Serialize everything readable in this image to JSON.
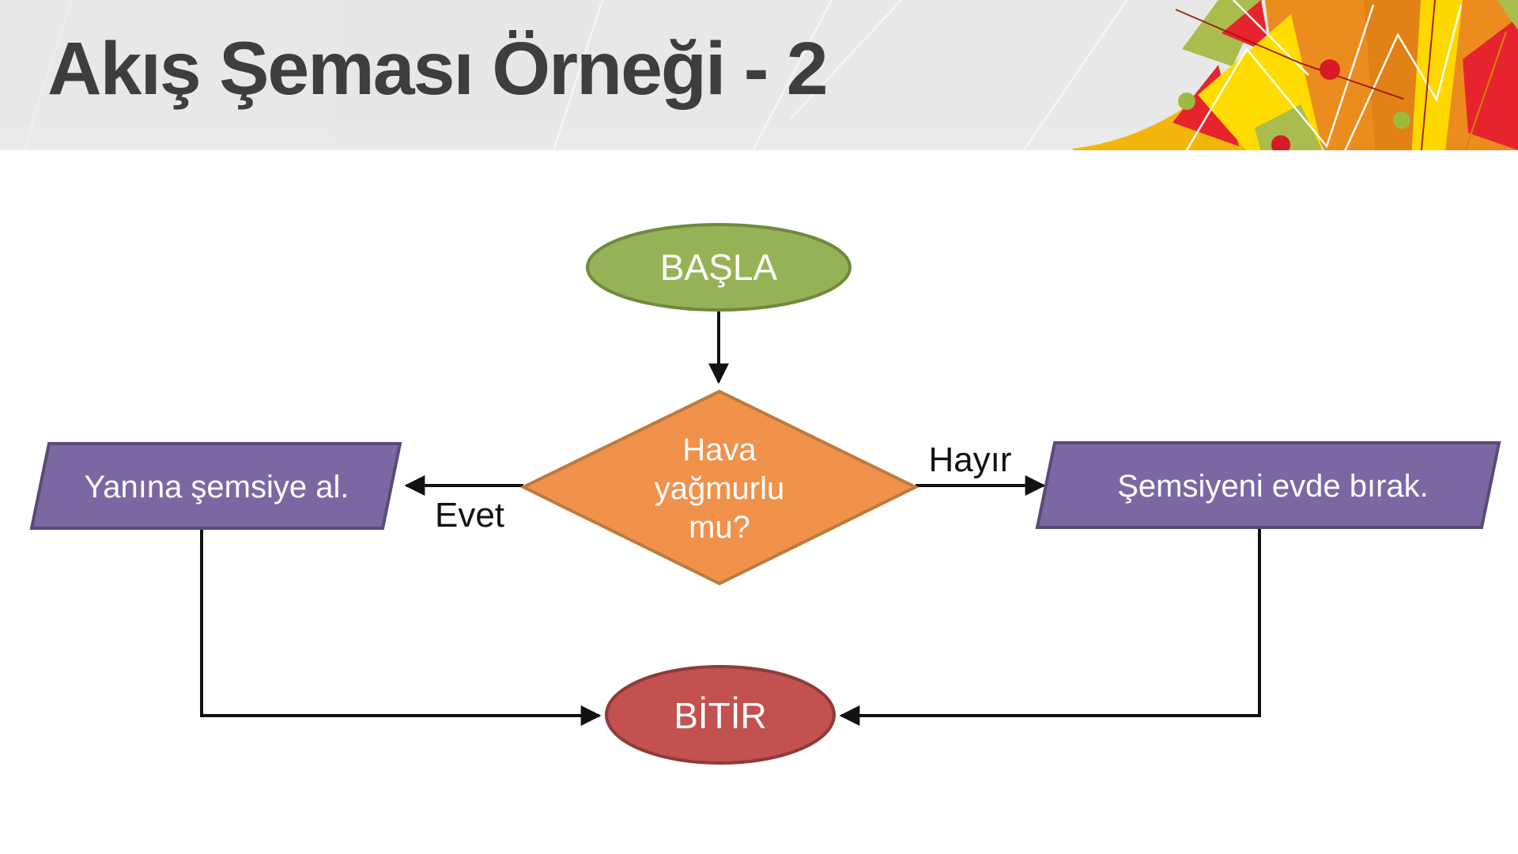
{
  "slide": {
    "title": "Akış Şeması Örneği - 2",
    "title_color": "#3E3E3E",
    "header_bg": "#E9E8E8",
    "body_bg": "#FFFFFF"
  },
  "flowchart": {
    "connector_color": "#121212",
    "node_text_color": "#FFFFFF",
    "edge_label_color": "#121212",
    "nodes": [
      {
        "id": "start",
        "type": "terminator",
        "label": "BAŞLA",
        "fill": "#95B356",
        "border": "#6F8A3E"
      },
      {
        "id": "decision",
        "type": "decision",
        "label": "Hava yağmurlu mu?",
        "label_lines": [
          "Hava",
          "yağmurlu",
          "mu?"
        ],
        "fill": "#F0914C",
        "border": "#BC7A3C"
      },
      {
        "id": "take-umbrella",
        "type": "process",
        "label": "Yanına şemsiye al.",
        "fill": "#7B68A2",
        "border": "#5A4A78"
      },
      {
        "id": "leave-umbrella",
        "type": "process",
        "label": "Şemsiyeni evde bırak.",
        "fill": "#7B68A2",
        "border": "#5A4A78"
      },
      {
        "id": "end",
        "type": "terminator",
        "label": "BİTİR",
        "fill": "#C25150",
        "border": "#8E3B39"
      }
    ],
    "edges": [
      {
        "from": "start",
        "to": "decision",
        "label": ""
      },
      {
        "from": "decision",
        "to": "take-umbrella",
        "label": "Evet"
      },
      {
        "from": "decision",
        "to": "leave-umbrella",
        "label": "Hayır"
      },
      {
        "from": "take-umbrella",
        "to": "end",
        "label": ""
      },
      {
        "from": "leave-umbrella",
        "to": "end",
        "label": ""
      }
    ]
  },
  "artwork_palette": {
    "orange": "#EC8C1E",
    "yellow": "#FFDC00",
    "gold": "#F2B50C",
    "red": "#E6242E",
    "olive": "#A9BC4D"
  }
}
